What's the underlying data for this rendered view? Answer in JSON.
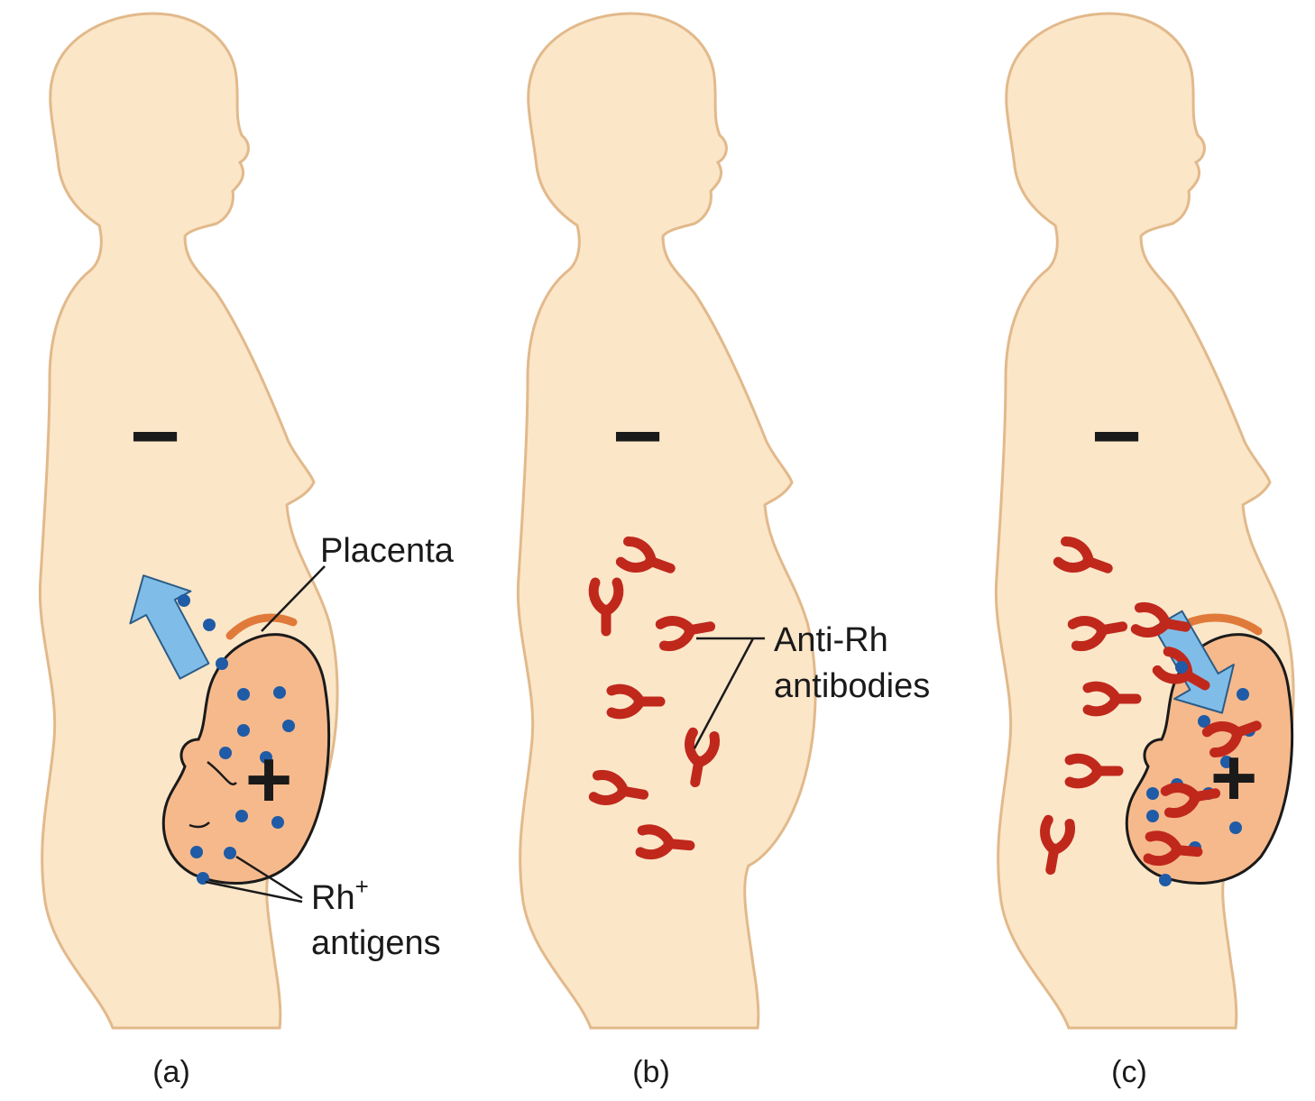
{
  "panels": [
    {
      "caption": "(a)",
      "mother_sign": "−",
      "fetus_sign": "+"
    },
    {
      "caption": "(b)",
      "mother_sign": "−"
    },
    {
      "caption": "(c)",
      "mother_sign": "−",
      "fetus_sign": "+"
    }
  ],
  "labels": {
    "placenta": "Placenta",
    "rh_antigens_line1": "Rh",
    "rh_antigens_sup": "+",
    "rh_antigens_line2": "antigens",
    "antibodies_line1": "Anti-Rh",
    "antibodies_line2": "antibodies"
  },
  "colors": {
    "body_fill": "#fbe6c8",
    "body_stroke": "#e2b98b",
    "fetus_fill": "#f6b98c",
    "antigen_dot": "#1f5ba6",
    "arrow_fill": "#7fbde8",
    "antibody": "#c0281c",
    "placenta": "#e07a3a"
  },
  "icons": [
    "blood-flow-arrow-icon",
    "antibody-icon",
    "antigen-dot-icon"
  ]
}
